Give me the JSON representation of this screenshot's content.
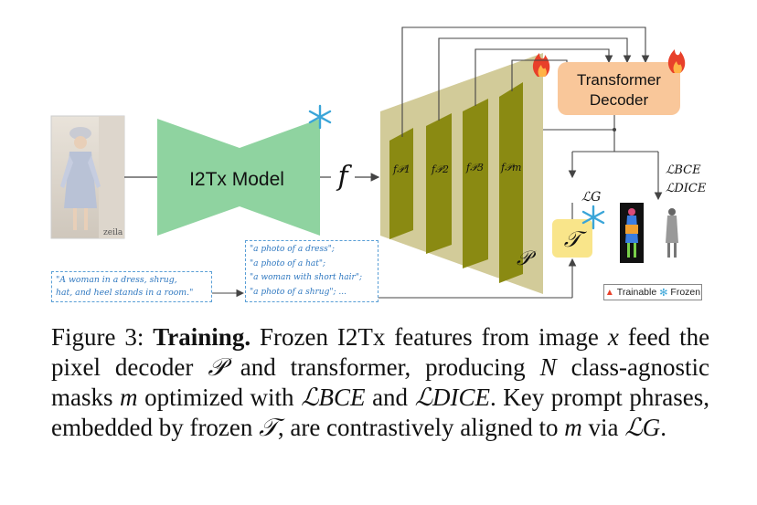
{
  "diagram": {
    "encoder_label": "I2Tx Model",
    "feature_symbol": "f",
    "decoder_label_line1": "Transformer",
    "decoder_label_line2": "Decoder",
    "pixel_decoder_symbol": "𝒫",
    "text_encoder_symbol": "𝒯",
    "layer_labels": [
      "f𝒫1",
      "f𝒫2",
      "f𝒫3",
      "f𝒫m"
    ],
    "loss_g": "ℒG",
    "loss_bce": "ℒBCE",
    "loss_dice": "ℒDICE",
    "image_watermark": "zeila",
    "caption_input_line1": "\"A woman  in a dress, shrug,",
    "caption_input_line2": "hat, and heel stands in a room.\"",
    "phrases": [
      "\"a photo of a dress\";",
      "\"a photo of a hat\";",
      "\"a woman with short hair\";",
      "\"a photo of a shrug\"; ..."
    ],
    "legend_trainable": "Trainable",
    "legend_frozen": "Frozen"
  },
  "caption": {
    "fig_label": "Figure 3:",
    "bold": "Training.",
    "seg1": "Frozen I2Tx features from image",
    "x": "x",
    "seg2": "feed the pixel decoder",
    "P": "𝒫",
    "seg3": "and transformer, producing",
    "N": "N",
    "seg4": "class-agnostic masks",
    "m": "m",
    "seg5": "optimized with",
    "lbce": "ℒBCE",
    "and": "and",
    "ldice": "ℒDICE",
    "seg6": ". Key prompt phrases, embedded by frozen",
    "T": "𝒯",
    "seg7": ", are contrastively aligned to",
    "m2": "m",
    "via": "via",
    "lg": "ℒG",
    "end": "."
  },
  "colors": {
    "encoder": "#8fd3a0",
    "pixel_decoder": "#d2cb99",
    "layer": "#8a8a12",
    "transformer": "#f9c79a",
    "text_encoder": "#f9e58a",
    "phrase_blue": "#2f78c0"
  }
}
